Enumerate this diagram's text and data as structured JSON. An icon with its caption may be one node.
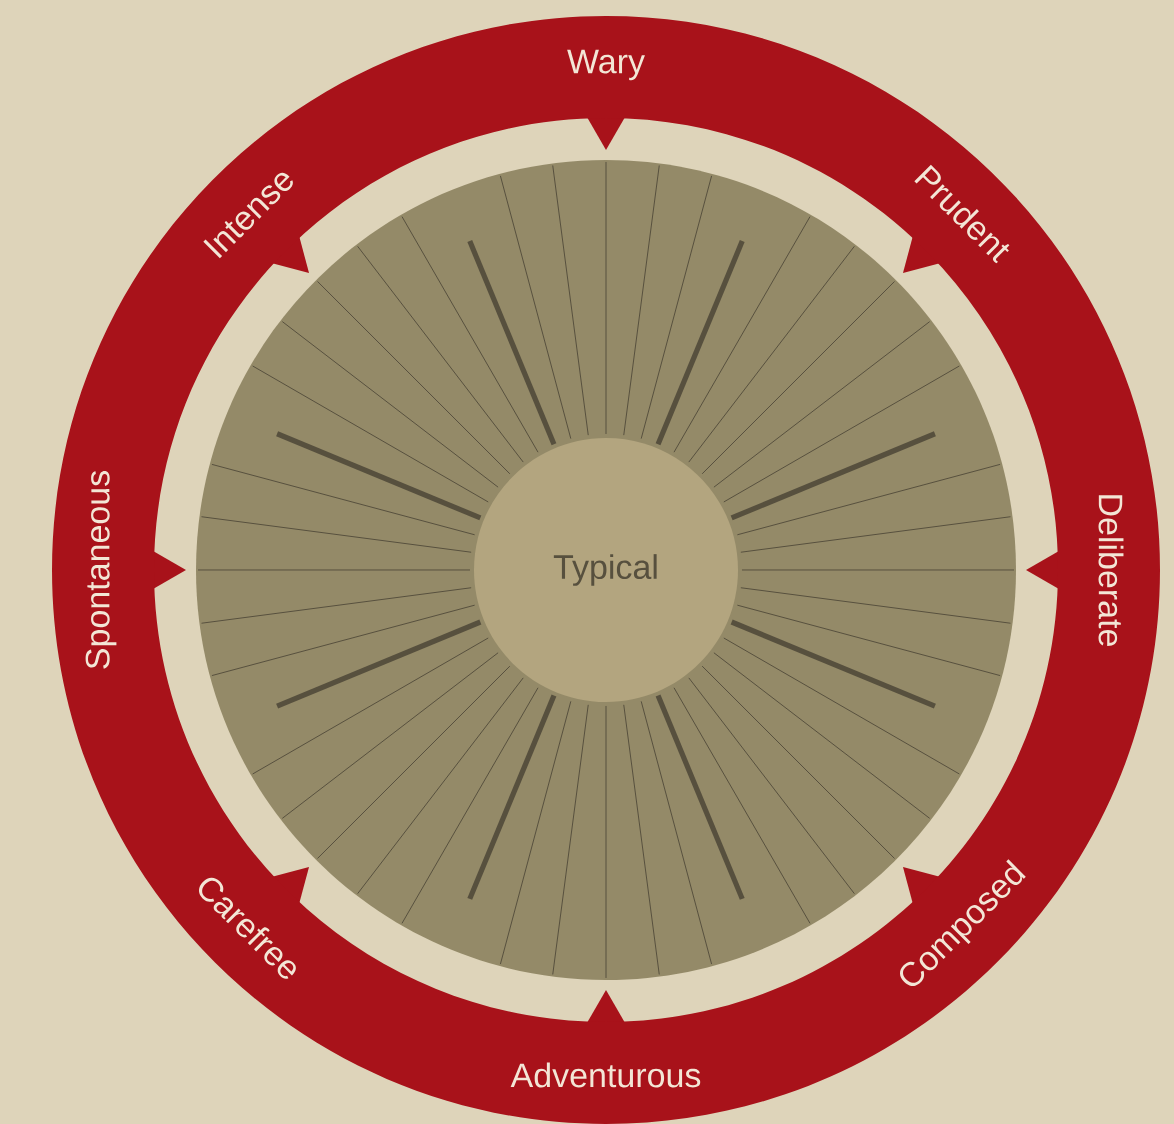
{
  "diagram": {
    "nodes": [
      {
        "text": [
          "Typical"
        ]
      }
    ],
    "labels": [
      "Wary",
      "Intense",
      "Prudent",
      "Spontaneous",
      "Deliberate",
      "Carefree",
      "Composed",
      "Adventurous"
    ]
  }
}
